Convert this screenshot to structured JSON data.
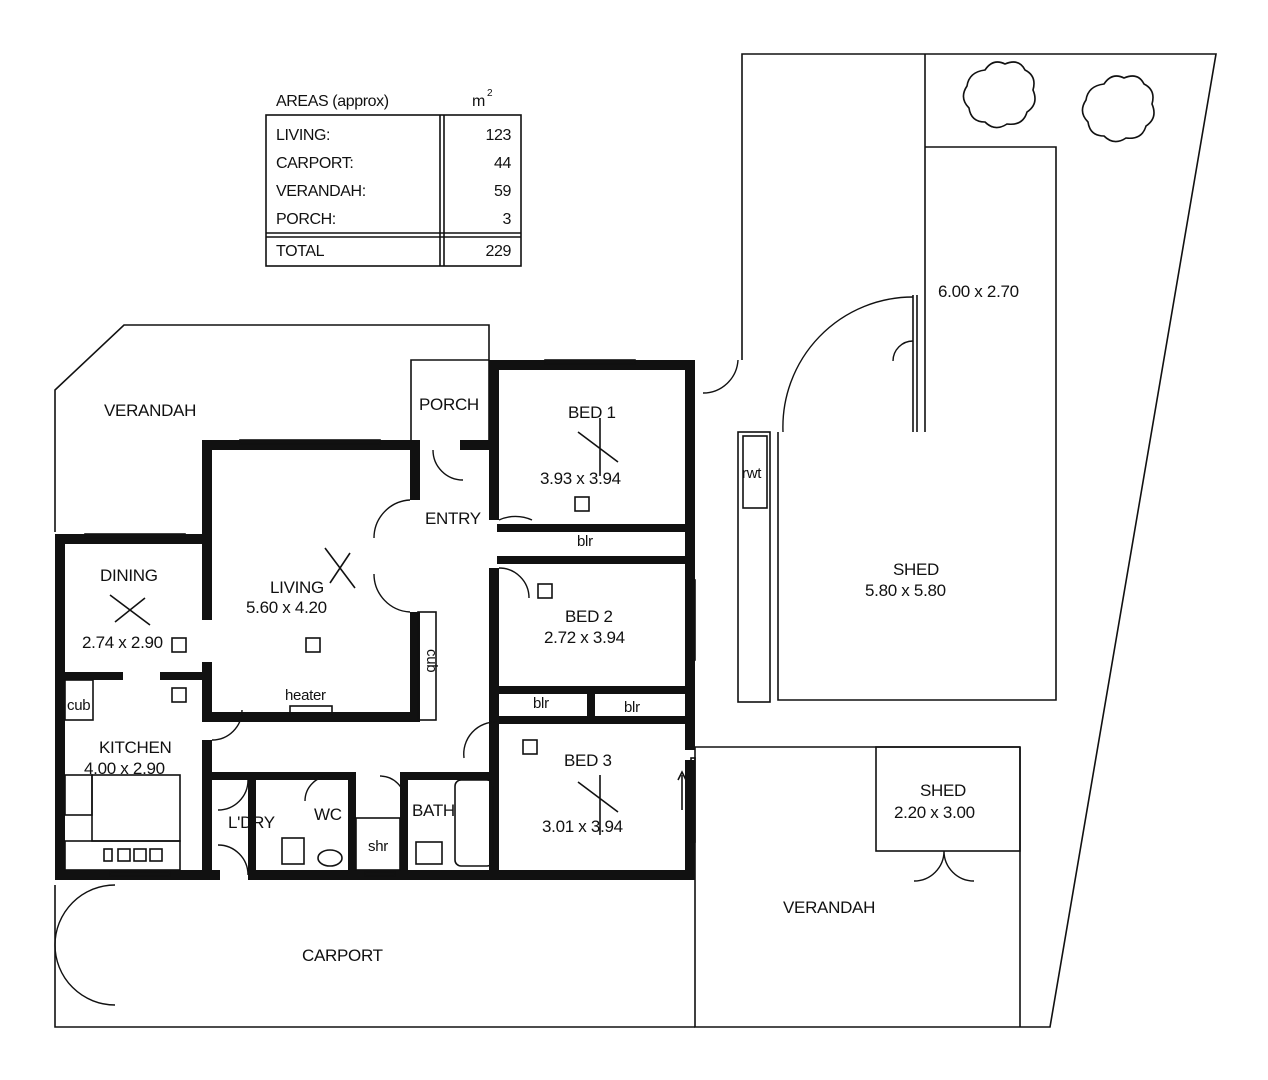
{
  "areas_table": {
    "heading": "AREAS (approx)",
    "unit": "m",
    "unit_sup": "2",
    "rows": [
      {
        "label": "LIVING:",
        "value": "123"
      },
      {
        "label": "CARPORT:",
        "value": "44"
      },
      {
        "label": "VERANDAH:",
        "value": "59"
      },
      {
        "label": "PORCH:",
        "value": "3"
      }
    ],
    "total": {
      "label": "TOTAL",
      "value": "229"
    }
  },
  "rooms": {
    "verandah_west": "VERANDAH",
    "porch": "PORCH",
    "bed1": {
      "name": "BED 1",
      "size": "3.93 x 3.94"
    },
    "entry": "ENTRY",
    "blr1": "blr",
    "dining": {
      "name": "DINING",
      "size": "2.74 x 2.90"
    },
    "living": {
      "name": "LIVING",
      "size": "5.60 x 4.20"
    },
    "cub_living": "cub",
    "heater": "heater",
    "bed2": {
      "name": "BED 2",
      "size": "2.72 x 3.94"
    },
    "blr2": "blr",
    "blr3": "blr",
    "cub_kitchen": "cub",
    "kitchen": {
      "name": "KITCHEN",
      "size": "4.00 x 2.90"
    },
    "bed3": {
      "name": "BED 3",
      "size": "3.01 x 3.94"
    },
    "laundry": "L'DRY",
    "wc": "WC",
    "shower": "shr",
    "bath": "BATH",
    "carport": "CARPORT",
    "rwt": "rwt",
    "shed_large": {
      "name": "SHED",
      "size": "5.80 x 5.80"
    },
    "shed_annex_size": "6.00 x 2.70",
    "shed_small": {
      "name": "SHED",
      "size": "2.20 x 3.00"
    },
    "verandah_east": "VERANDAH"
  }
}
